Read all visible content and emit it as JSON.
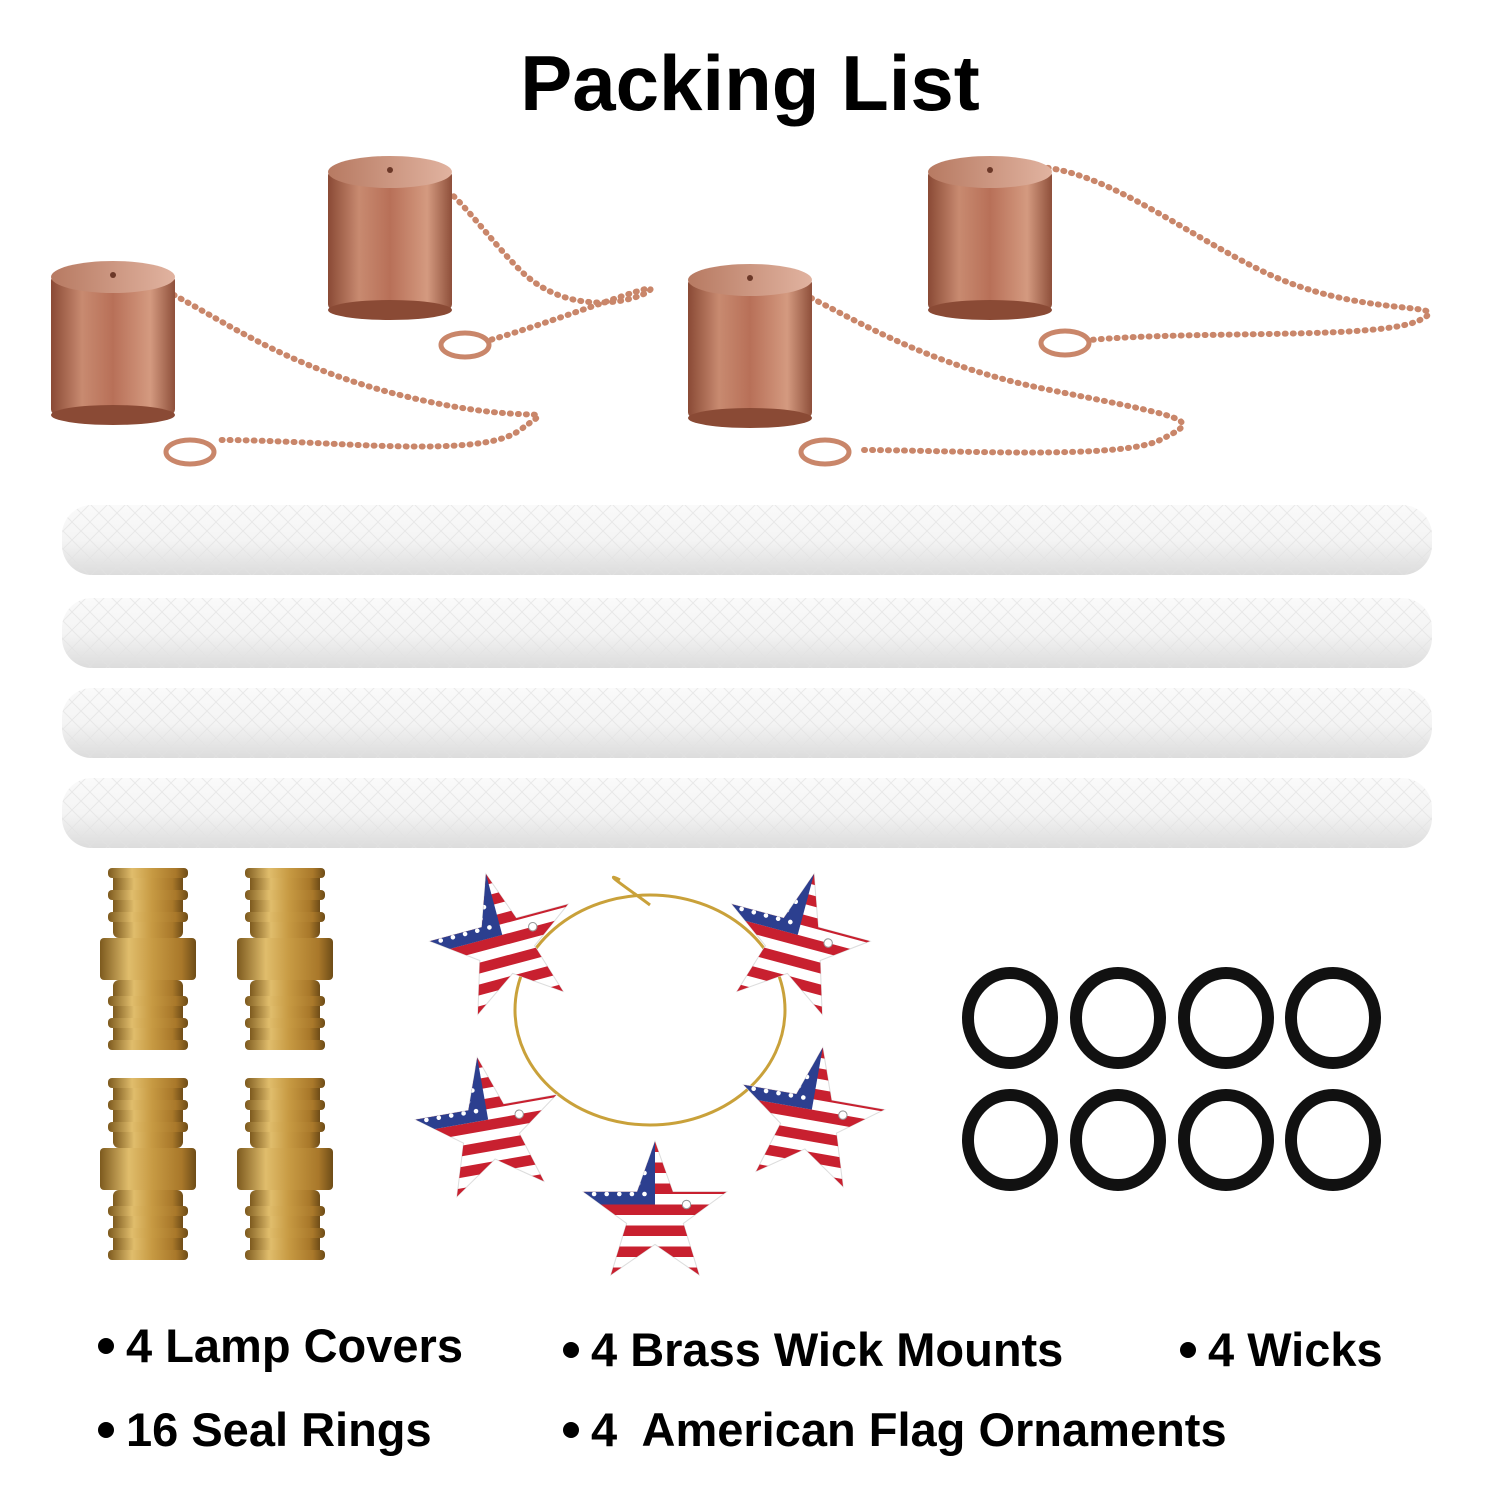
{
  "title": "Packing List",
  "items": [
    {
      "text": "4 Lamp Covers"
    },
    {
      "text": "4 Brass Wick Mounts"
    },
    {
      "text": "4 Wicks"
    },
    {
      "text": "16 Seal Rings"
    },
    {
      "text": "4  American Flag Ornaments"
    }
  ],
  "colors": {
    "copper": "#c07a5e",
    "brass": "#c9a04a",
    "wick": "#f3f3f3",
    "seal": "#111111",
    "flag_red": "#c8202f",
    "flag_blue": "#2c3f8f"
  }
}
